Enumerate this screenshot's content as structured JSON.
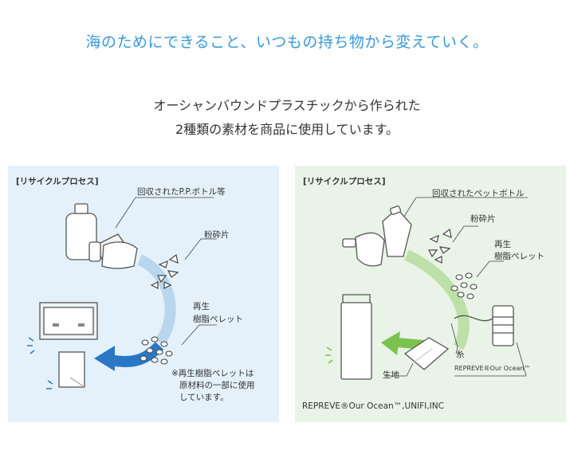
{
  "headline": "海のためにできること、いつもの持ち物から変えていく。",
  "intro": {
    "line1": "オーシャンバウンドプラスチックから作られた",
    "line2": "2種類の素材を商品に使用しています。"
  },
  "left_panel": {
    "title": "[リサイクルプロセス]",
    "label_collected": "回収されたP.P.ボトル等",
    "label_flakes": "粉砕片",
    "label_pellet_1": "再生",
    "label_pellet_2": "樹脂ペレット",
    "note_1": "※再生樹脂ペレットは",
    "note_2": "原材料の一部に使用",
    "note_3": "しています。",
    "colors": {
      "arrow": "#2a78c5",
      "background": "#e4f1fb"
    }
  },
  "right_panel": {
    "title": "[リサイクルプロセス]",
    "label_collected": "回収されたペットボトル",
    "label_flakes": "粉砕片",
    "label_pellet_1": "再生",
    "label_pellet_2": "樹脂ペレット",
    "label_thread": "糸",
    "label_thread_brand": "REPREVE®Our Ocean™",
    "label_fabric": "生地",
    "credit": "REPREVE®Our Ocean™,UNIFI,INC",
    "colors": {
      "arrow": "#7cc24e",
      "background": "#e9f3e7"
    }
  }
}
